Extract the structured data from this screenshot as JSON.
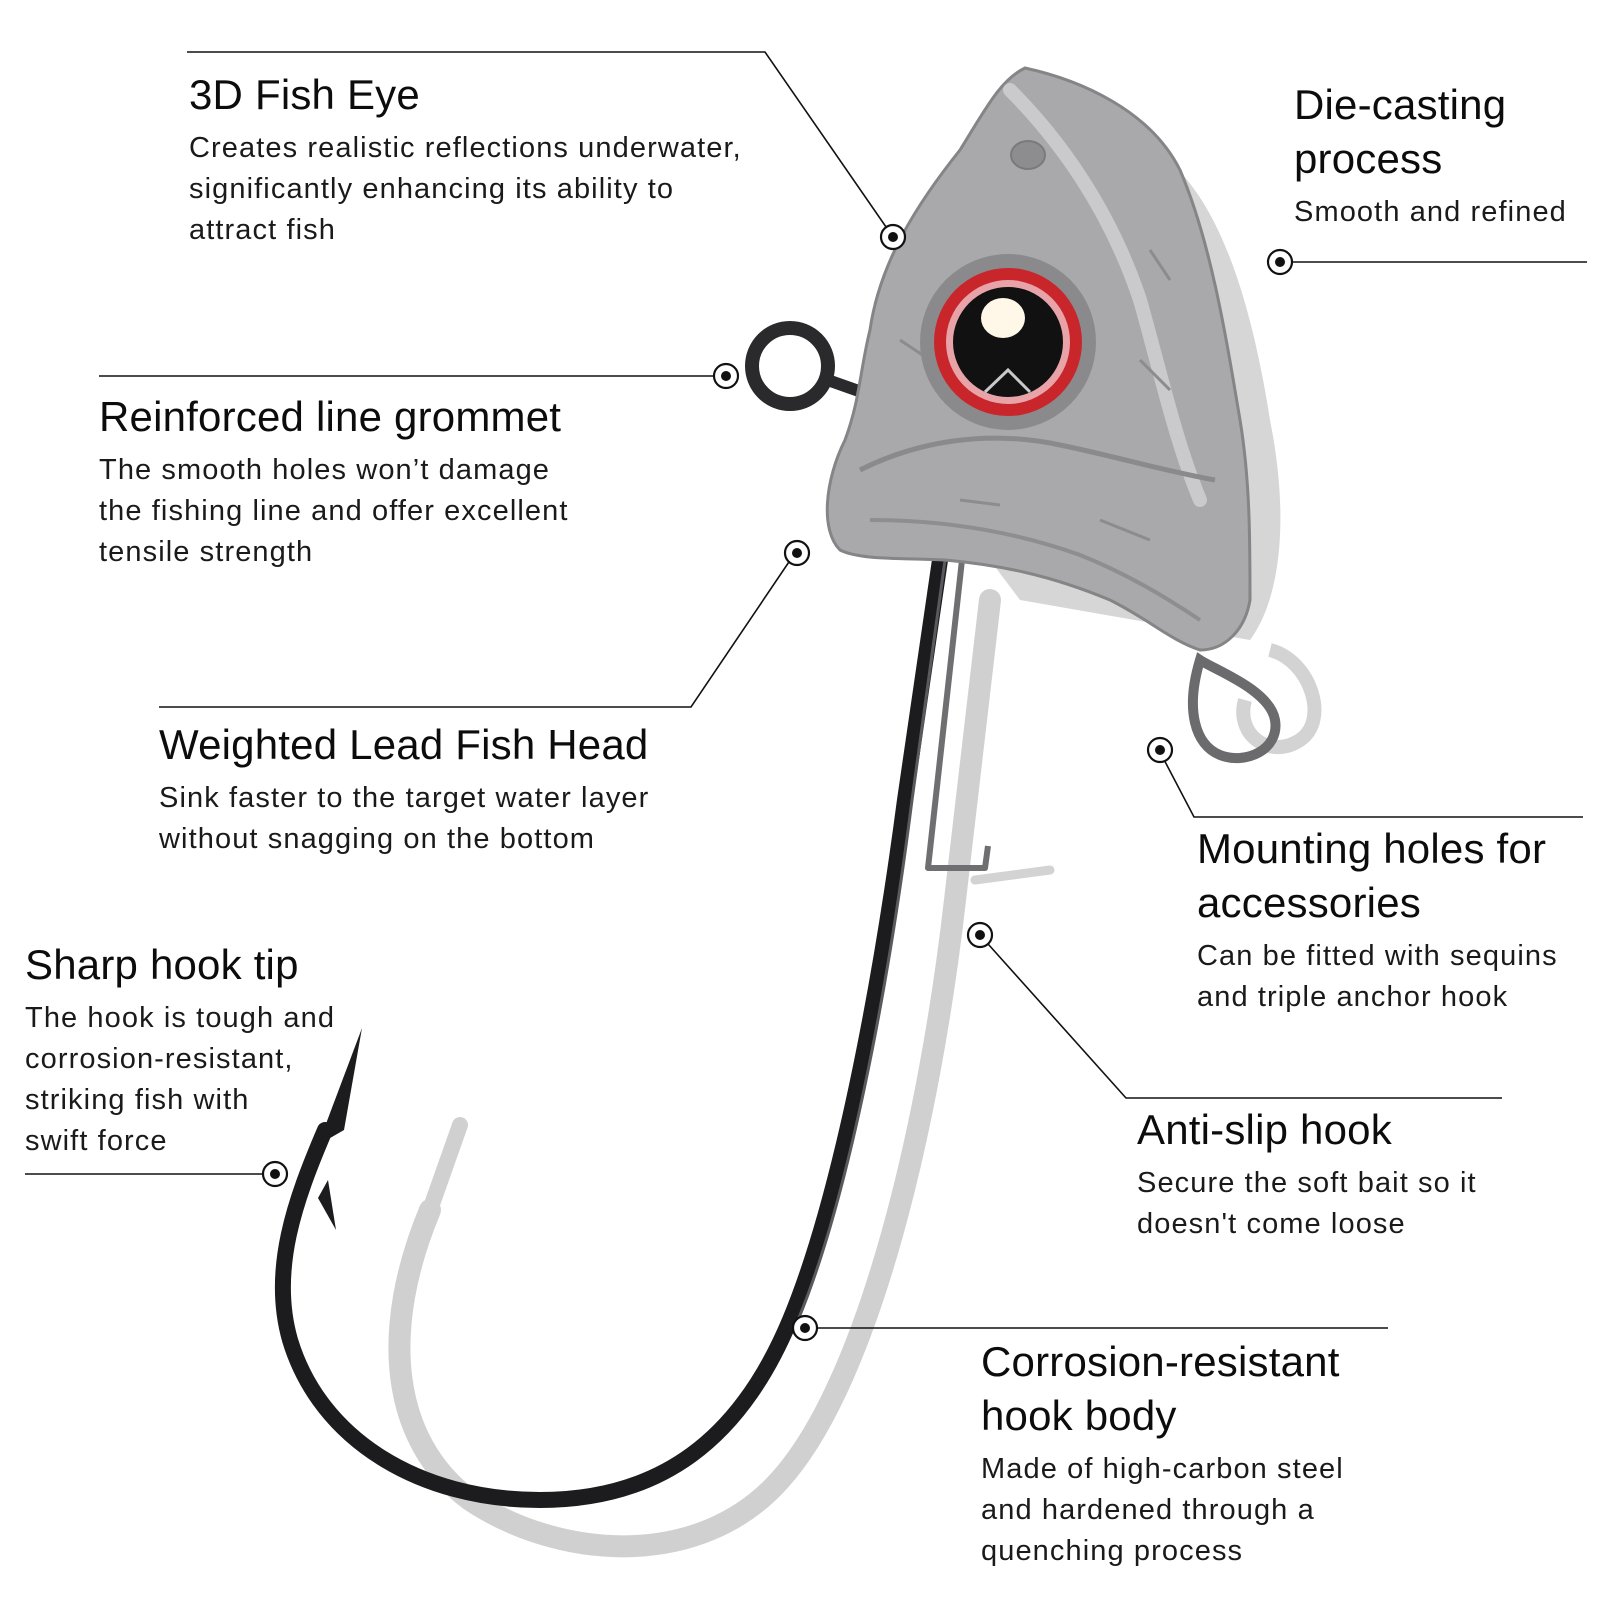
{
  "callouts": [
    {
      "id": "fish-eye",
      "title": "3D Fish Eye",
      "desc": [
        "Creates realistic reflections underwater,",
        "significantly enhancing its ability to",
        "attract fish"
      ]
    },
    {
      "id": "die-casting",
      "title": [
        "Die-casting",
        "process"
      ],
      "desc": [
        "Smooth and refined"
      ]
    },
    {
      "id": "line-grommet",
      "title": "Reinforced line grommet",
      "desc": [
        "The smooth holes won’t damage",
        "the fishing line and offer excellent",
        "tensile strength"
      ]
    },
    {
      "id": "lead-head",
      "title": "Weighted Lead Fish Head",
      "desc": [
        "Sink faster to the target water layer",
        "without snagging on the bottom"
      ]
    },
    {
      "id": "mounting-holes",
      "title": [
        "Mounting holes for",
        "accessories"
      ],
      "desc": [
        "Can be fitted with sequins",
        "and triple anchor hook"
      ]
    },
    {
      "id": "hook-tip",
      "title": "Sharp hook tip",
      "desc": [
        "The hook is tough and",
        "corrosion-resistant,",
        "striking fish with",
        "swift force"
      ]
    },
    {
      "id": "anti-slip",
      "title": "Anti-slip hook",
      "desc": [
        "Secure the soft bait so it",
        "doesn't come loose"
      ]
    },
    {
      "id": "hook-body",
      "title": [
        "Corrosion-resistant",
        "hook body"
      ],
      "desc": [
        "Made of high-carbon steel",
        "and hardened through a",
        "quenching process"
      ]
    }
  ],
  "colors": {
    "background": "#ffffff",
    "text": "#111111",
    "lead": "#a9a9ab",
    "lead_dark": "#7d7d80",
    "hook": "#1c1c1e",
    "shadow": "#c8c8c8",
    "eye_ring": "#c8262b",
    "eye_pupil": "#111111"
  }
}
